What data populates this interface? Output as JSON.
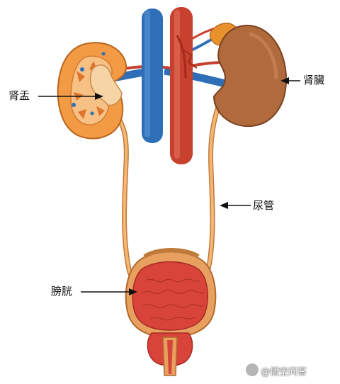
{
  "labels": {
    "renal_pelvis": "肾盂",
    "kidney": "肾臟",
    "ureter": "尿管",
    "bladder": "膀胱"
  },
  "watermark": "@悟空问答",
  "colors": {
    "vein": "#2f6fb8",
    "artery": "#c8402e",
    "ureter": "#f0a45c",
    "kidney_cortex": "#f29a44",
    "kidney_right": "#b06a3c",
    "bladder": "#d8443a",
    "adrenal": "#e8922e"
  }
}
